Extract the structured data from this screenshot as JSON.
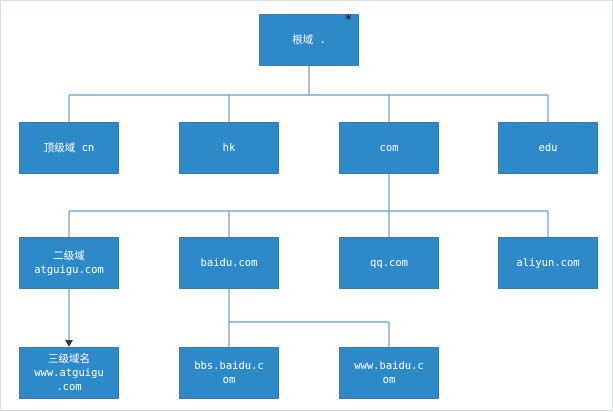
{
  "diagram": {
    "colors": {
      "node_fill": "#2e89c9",
      "node_border": "#3d78a9",
      "edge": "#5b9bd5",
      "text": "#ffffff"
    },
    "root": {
      "lines": [
        "根域 ."
      ],
      "marker": "*"
    },
    "tld": [
      {
        "lines": [
          "顶级域 cn"
        ]
      },
      {
        "lines": [
          "hk"
        ]
      },
      {
        "lines": [
          "com"
        ]
      },
      {
        "lines": [
          "edu"
        ]
      }
    ],
    "second": [
      {
        "lines": [
          "二级域",
          "atguigu.com"
        ]
      },
      {
        "lines": [
          "baidu.com"
        ]
      },
      {
        "lines": [
          "qq.com"
        ]
      },
      {
        "lines": [
          "aliyun.com"
        ]
      }
    ],
    "third": [
      {
        "lines": [
          "三级域名",
          "www.atguigu",
          ".com"
        ]
      },
      {
        "lines": [
          "bbs.baidu.c",
          "om"
        ]
      },
      {
        "lines": [
          "www.baidu.c",
          "om"
        ]
      }
    ]
  }
}
